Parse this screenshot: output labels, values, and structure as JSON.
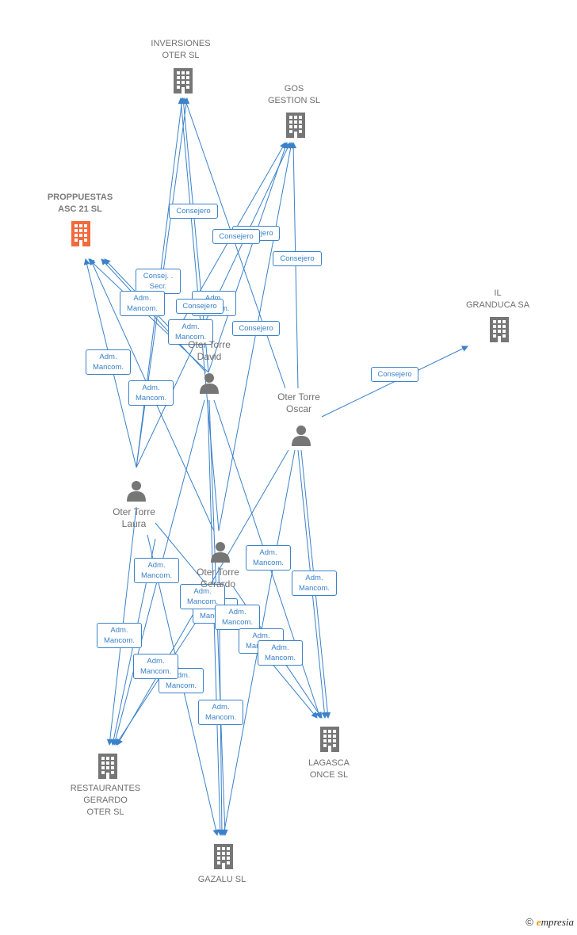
{
  "colors": {
    "edge": "#3b82c9",
    "node_icon": "#767676",
    "highlight_icon": "#f26a3d"
  },
  "companies": {
    "inversiones": {
      "label": "INVERSIONES\nOTER SL",
      "icon": "building-icon"
    },
    "gos": {
      "label": "GOS\nGESTION SL",
      "icon": "building-icon"
    },
    "proppuestas": {
      "label": "PROPPUESTAS\nASC 21 SL",
      "icon": "building-icon",
      "highlighted": true
    },
    "granduca": {
      "label": "IL\nGRANDUCA SA",
      "icon": "building-icon"
    },
    "restaurantes": {
      "label": "RESTAURANTES\nGERARDO\nOTER SL",
      "icon": "building-icon"
    },
    "lagasca": {
      "label": "LAGASCA\nONCE SL",
      "icon": "building-icon"
    },
    "gazalu": {
      "label": "GAZALU SL",
      "icon": "building-icon"
    }
  },
  "persons": {
    "david": {
      "label": "Oter Torre\nDavid",
      "icon": "person-icon"
    },
    "oscar": {
      "label": "Oter Torre\nOscar",
      "icon": "person-icon"
    },
    "laura": {
      "label": "Oter Torre\nLaura",
      "icon": "person-icon"
    },
    "gerardo": {
      "label": "Oter Torre\nGerardo",
      "icon": "person-icon"
    }
  },
  "edge_labels": {
    "consejero": "Consejero",
    "adm_mancom": "Adm.\nMancom.",
    "consej_secr": "Consej. .\nSecr."
  },
  "footer": {
    "copyright": "©",
    "brand_initial": "e",
    "brand_rest": "mpresia"
  }
}
